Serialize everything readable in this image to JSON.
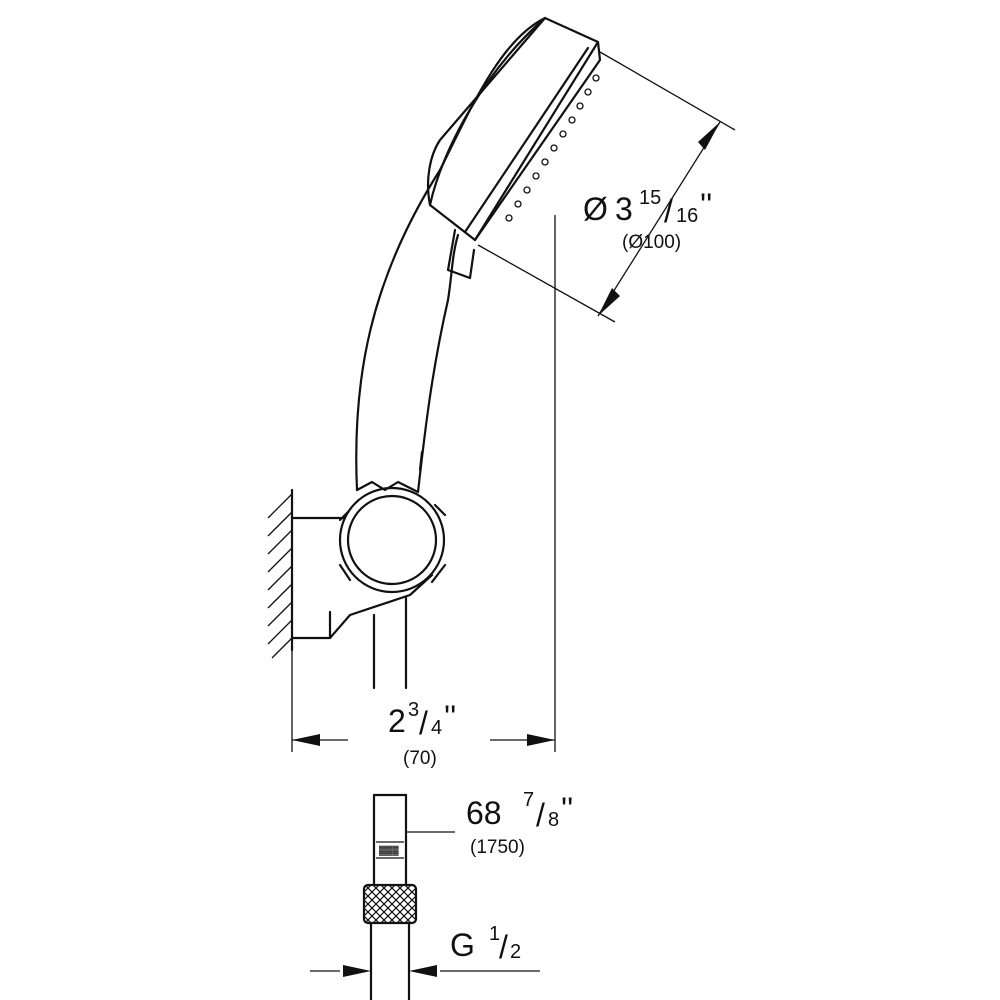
{
  "diameter": {
    "whole": "3",
    "num": "15",
    "den": "16",
    "metric": "(Ø100)"
  },
  "width": {
    "whole": "2",
    "num": "3",
    "den": "4",
    "metric": "(70)"
  },
  "hose_length": {
    "whole": "68",
    "num": "7",
    "den": "8",
    "metric": "(1750)"
  },
  "thread": {
    "prefix": "G",
    "num": "1",
    "den": "2"
  },
  "colors": {
    "ink": "#111111",
    "paper": "#ffffff"
  }
}
